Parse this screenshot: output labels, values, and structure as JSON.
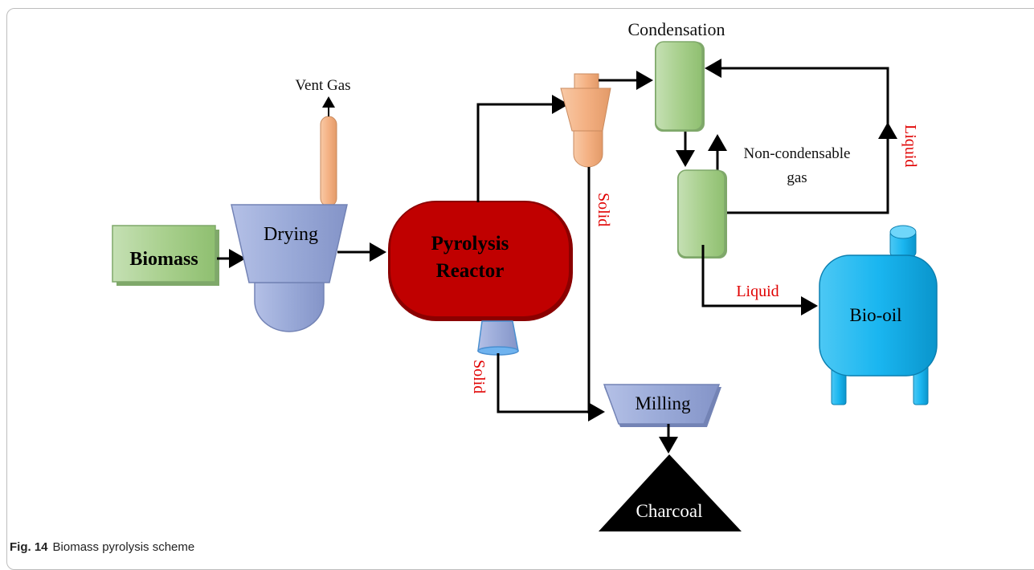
{
  "diagram": {
    "labels": {
      "biomass": "Biomass",
      "drying": "Drying",
      "vent_gas": "Vent Gas",
      "reactor_line1": "Pyrolysis",
      "reactor_line2": "Reactor",
      "condensation": "Condensation",
      "non_condensable_line1": "Non-condensable",
      "non_condensable_line2": "gas",
      "liquid_right": "Liquid",
      "liquid_bottom": "Liquid",
      "bio_oil": "Bio-oil",
      "solid_cyclone": "Solid",
      "solid_reactor": "Solid",
      "milling": "Milling",
      "charcoal": "Charcoal"
    },
    "colors": {
      "green_box": "#a9d08e",
      "blue_grey": "#9aaad8",
      "peach": "#f4b183",
      "reactor_red": "#c00000",
      "cyan_tank": "#1ab6f0",
      "red_text": "#e00000"
    }
  },
  "caption": {
    "label": "Fig. 14",
    "text": "Biomass pyrolysis scheme"
  }
}
